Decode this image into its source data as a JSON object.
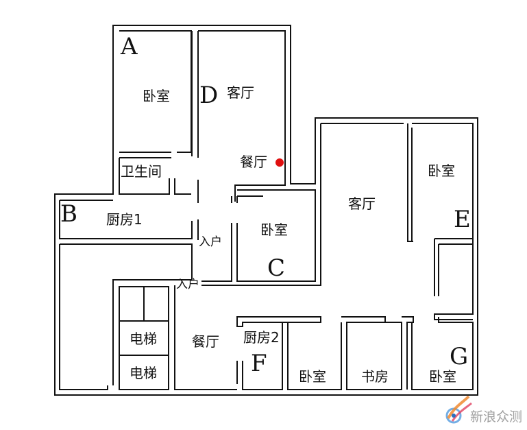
{
  "rooms": {
    "a_bedroom": "卧室",
    "d_living": "客厅",
    "d_dining": "餐厅",
    "bathroom": "卫生间",
    "b_kitchen": "厨房1",
    "c_bedroom": "卧室",
    "center_living": "客厅",
    "e_bedroom": "卧室",
    "elevator_1": "电梯",
    "elevator_2": "电梯",
    "f_dining": "餐厅",
    "f_kitchen": "厨房2",
    "bedroom_lower": "卧室",
    "study": "书房",
    "g_bedroom": "卧室"
  },
  "letters": {
    "a": "A",
    "b": "B",
    "c": "C",
    "d": "D",
    "e": "E",
    "f": "F",
    "g": "G"
  },
  "entrances": {
    "upper": "入户",
    "lower": "入户"
  },
  "marker": {
    "color": "#e01010"
  },
  "watermark": {
    "text": "新浪众测"
  }
}
